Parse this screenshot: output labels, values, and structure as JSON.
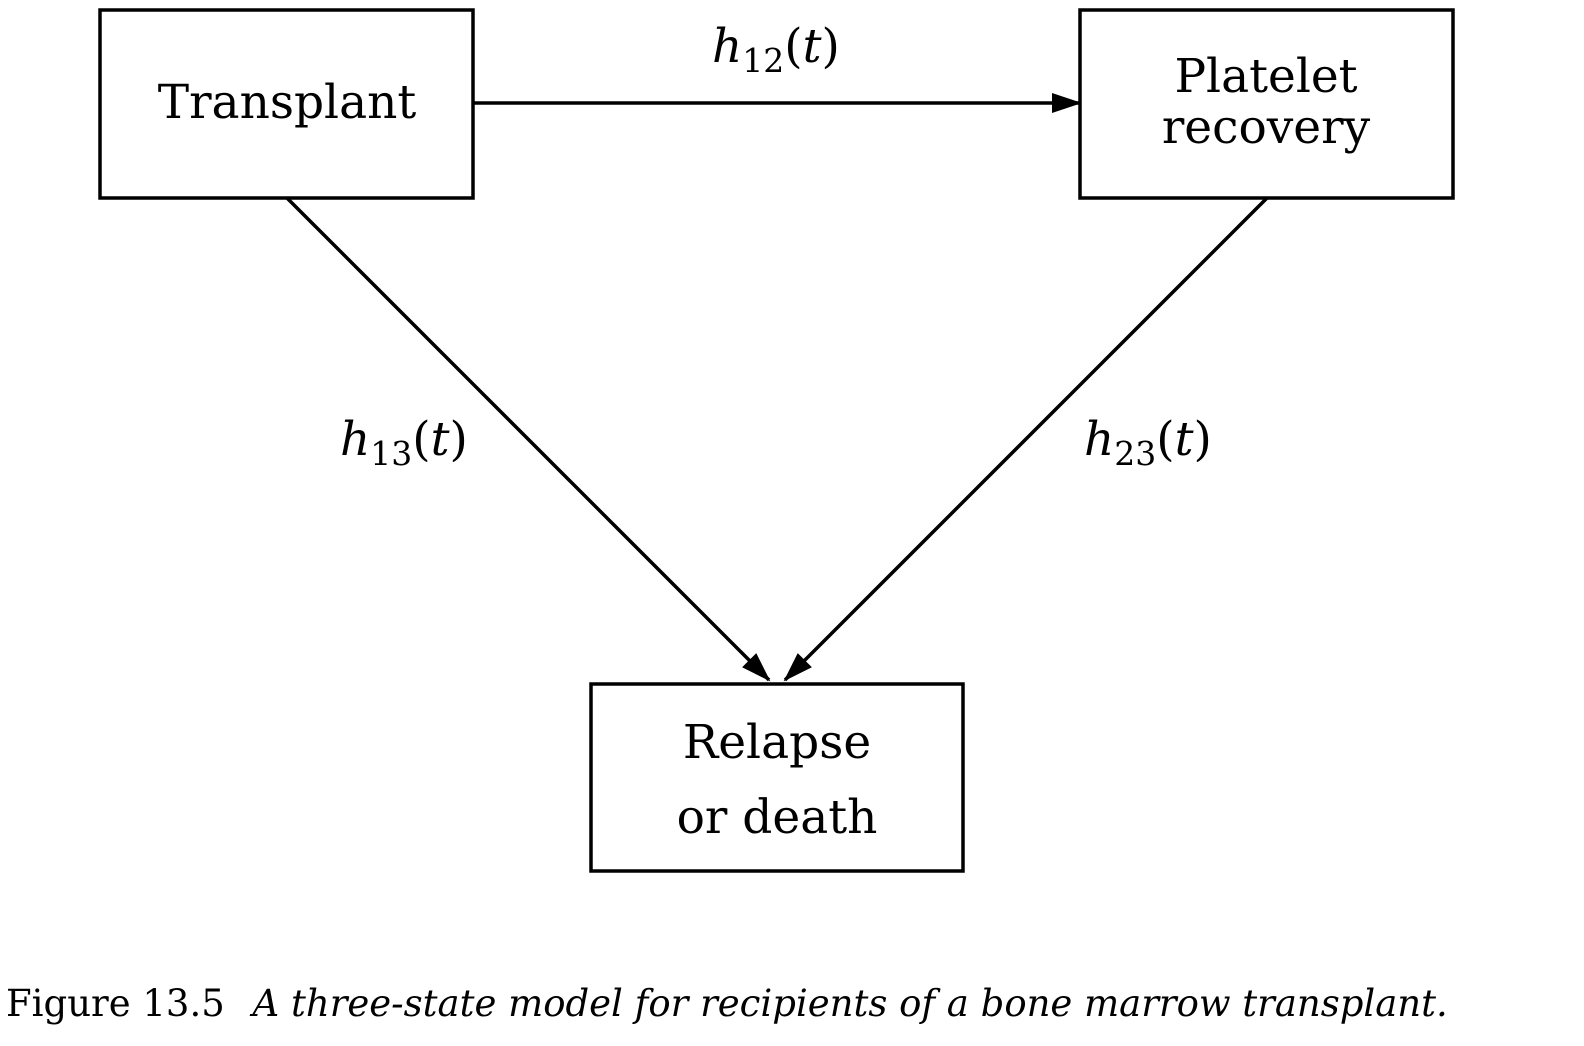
{
  "states": [
    {
      "id": "transplant",
      "lines": [
        "Transplant"
      ]
    },
    {
      "id": "platelet",
      "lines": [
        "Platelet",
        "recovery"
      ]
    },
    {
      "id": "relapse",
      "lines": [
        "Relapse",
        "or death"
      ]
    }
  ],
  "transitions": [
    {
      "id": "h12",
      "from": "Transplant",
      "to": "Platelet recovery",
      "symbol": "h",
      "subscript": "12",
      "argument": "t"
    },
    {
      "id": "h13",
      "from": "Transplant",
      "to": "Relapse or death",
      "symbol": "h",
      "subscript": "13",
      "argument": "t"
    },
    {
      "id": "h23",
      "from": "Platelet recovery",
      "to": "Relapse or death",
      "symbol": "h",
      "subscript": "23",
      "argument": "t"
    }
  ],
  "caption": {
    "number": "Figure 13.5",
    "text": "A three-state model for recipients of a bone marrow transplant."
  }
}
